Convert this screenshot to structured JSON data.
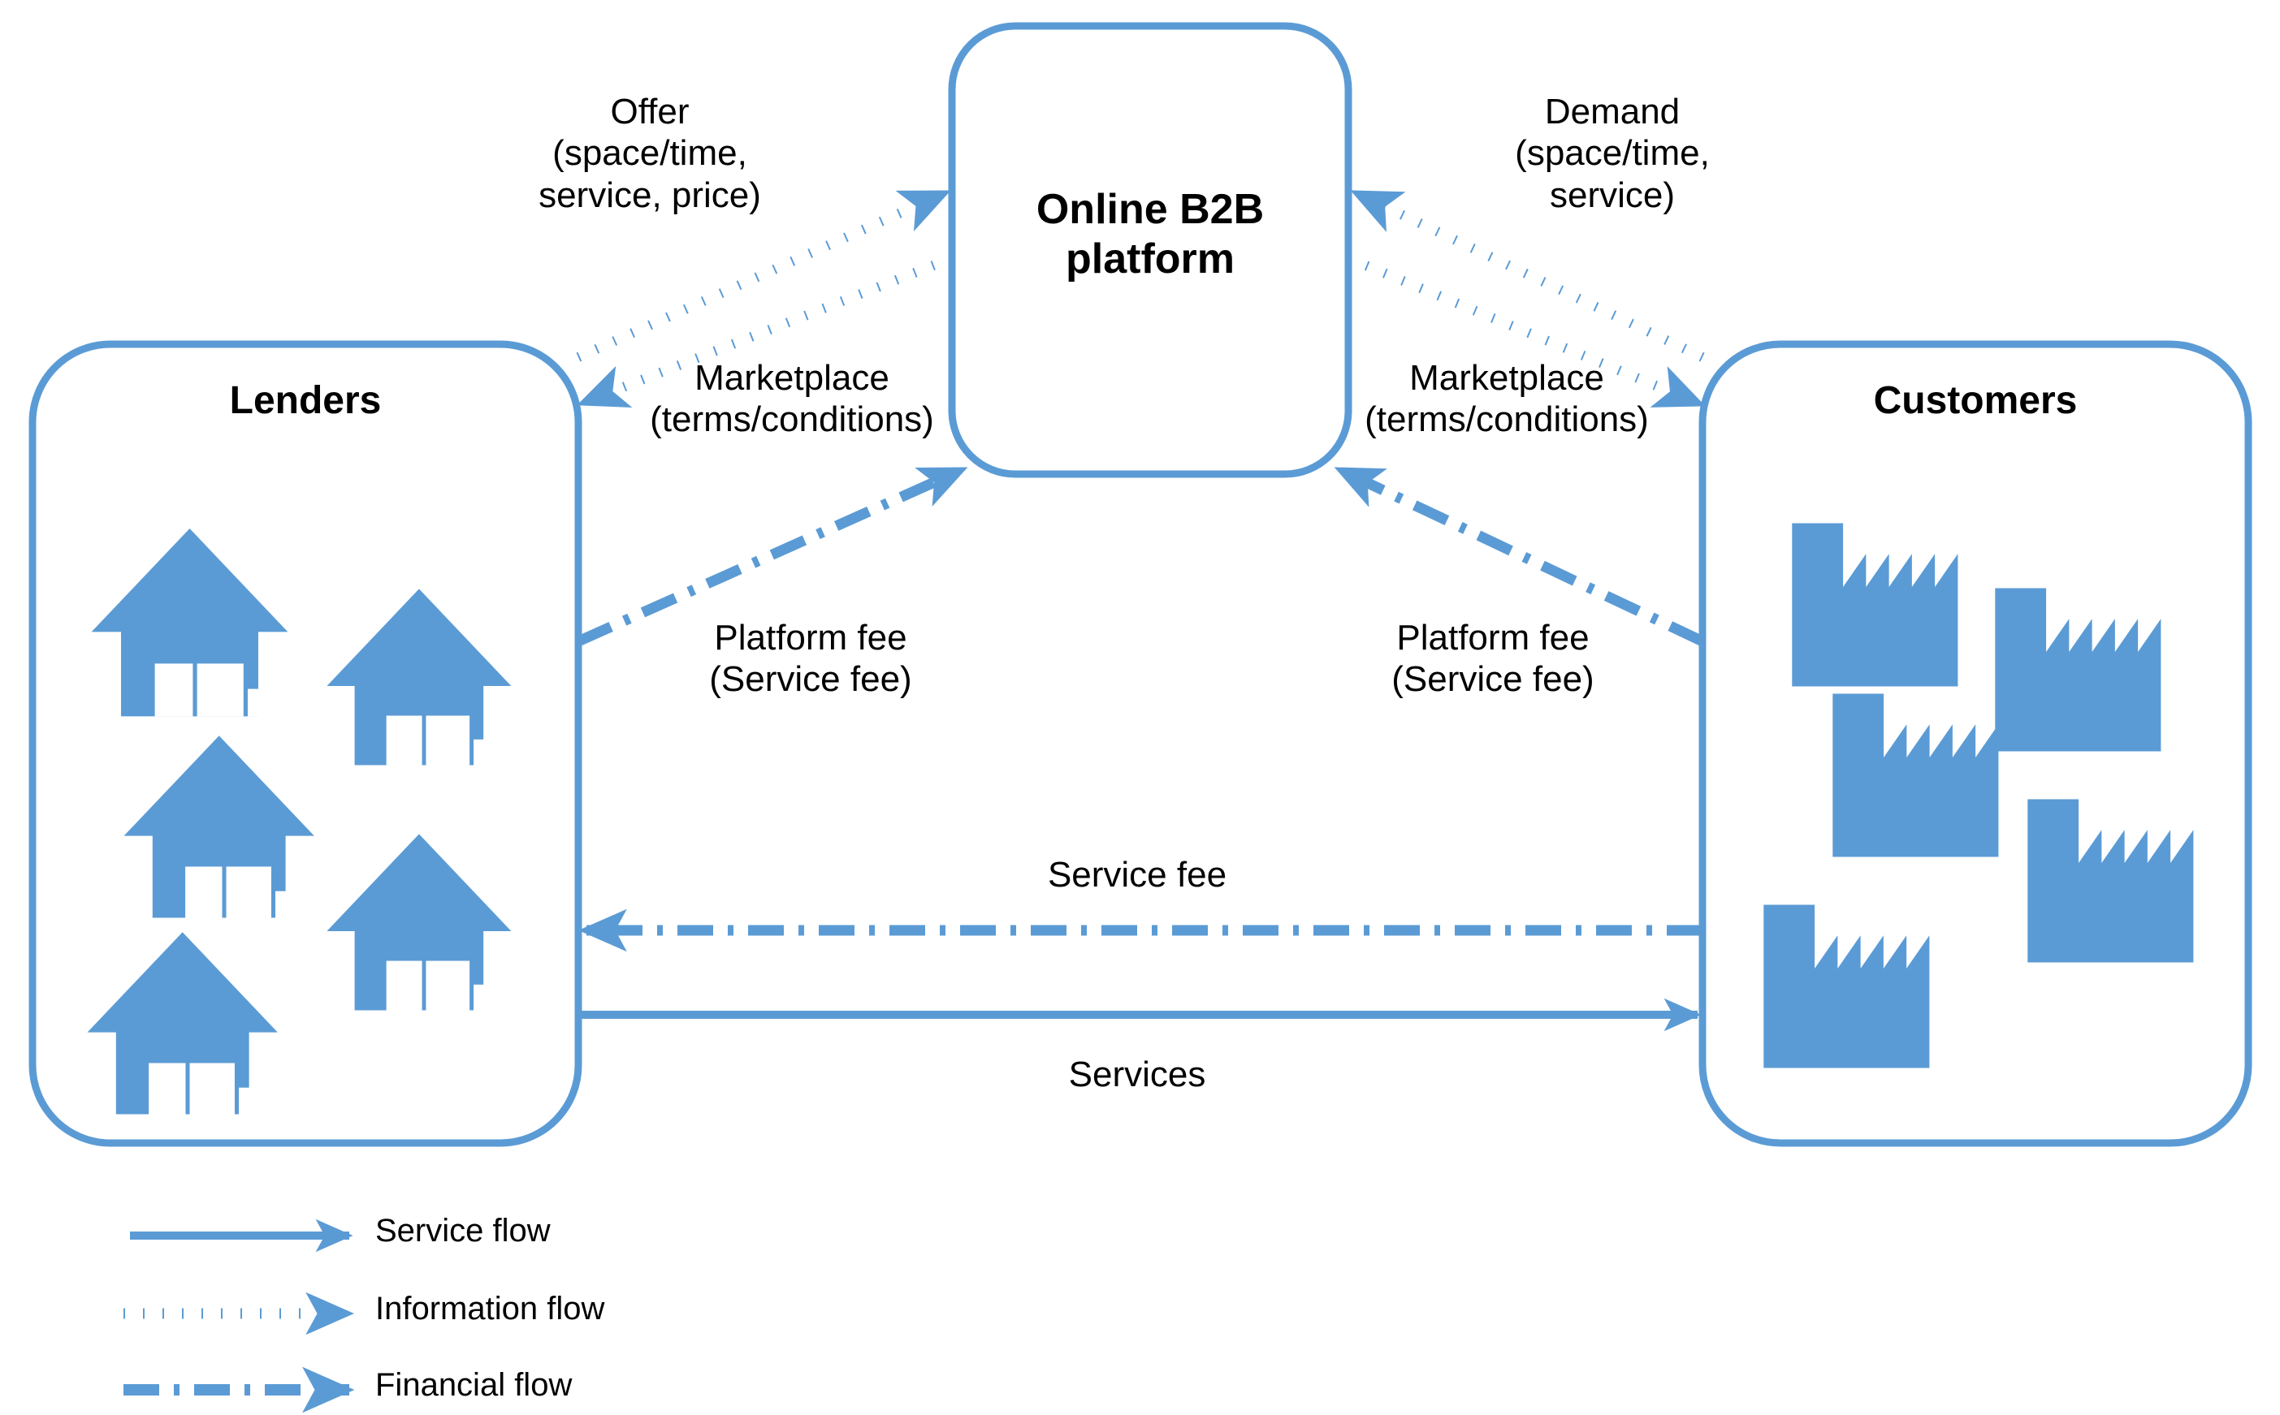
{
  "theme": {
    "accent_blue": "#5B9BD5",
    "line_blue": "#5B9BD5",
    "text_black": "#000000",
    "background": "#FFFFFF"
  },
  "nodes": {
    "lenders": {
      "title": "Lenders",
      "icon": "house-icon",
      "icon_count": 5
    },
    "platform": {
      "title": "Online B2B\nplatform"
    },
    "customers": {
      "title": "Customers",
      "icon": "factory-icon",
      "icon_count": 5
    }
  },
  "edges": [
    {
      "id": "offer",
      "label": "Offer\n(space/time,\nservice, price)",
      "flow": "information",
      "from": "lenders",
      "to": "platform"
    },
    {
      "id": "demand",
      "label": "Demand\n(space/time,\nservice)",
      "flow": "information",
      "from": "customers",
      "to": "platform"
    },
    {
      "id": "marketplace-left",
      "label": "Marketplace\n(terms/conditions)",
      "flow": "information",
      "from": "platform",
      "to": "lenders"
    },
    {
      "id": "marketplace-right",
      "label": "Marketplace\n(terms/conditions)",
      "flow": "information",
      "from": "platform",
      "to": "customers"
    },
    {
      "id": "platform-fee-left",
      "label": "Platform fee\n(Service fee)",
      "flow": "financial",
      "from": "lenders",
      "to": "platform"
    },
    {
      "id": "platform-fee-right",
      "label": "Platform fee\n(Service fee)",
      "flow": "financial",
      "from": "customers",
      "to": "platform"
    },
    {
      "id": "service-fee",
      "label": "Service fee",
      "flow": "financial",
      "from": "customers",
      "to": "lenders"
    },
    {
      "id": "services",
      "label": "Services",
      "flow": "service",
      "from": "lenders",
      "to": "customers"
    }
  ],
  "legend": {
    "items": [
      {
        "label": "Service flow",
        "style": "solid"
      },
      {
        "label": "Information flow",
        "style": "dotted"
      },
      {
        "label": "Financial flow",
        "style": "dash-dot"
      }
    ]
  }
}
